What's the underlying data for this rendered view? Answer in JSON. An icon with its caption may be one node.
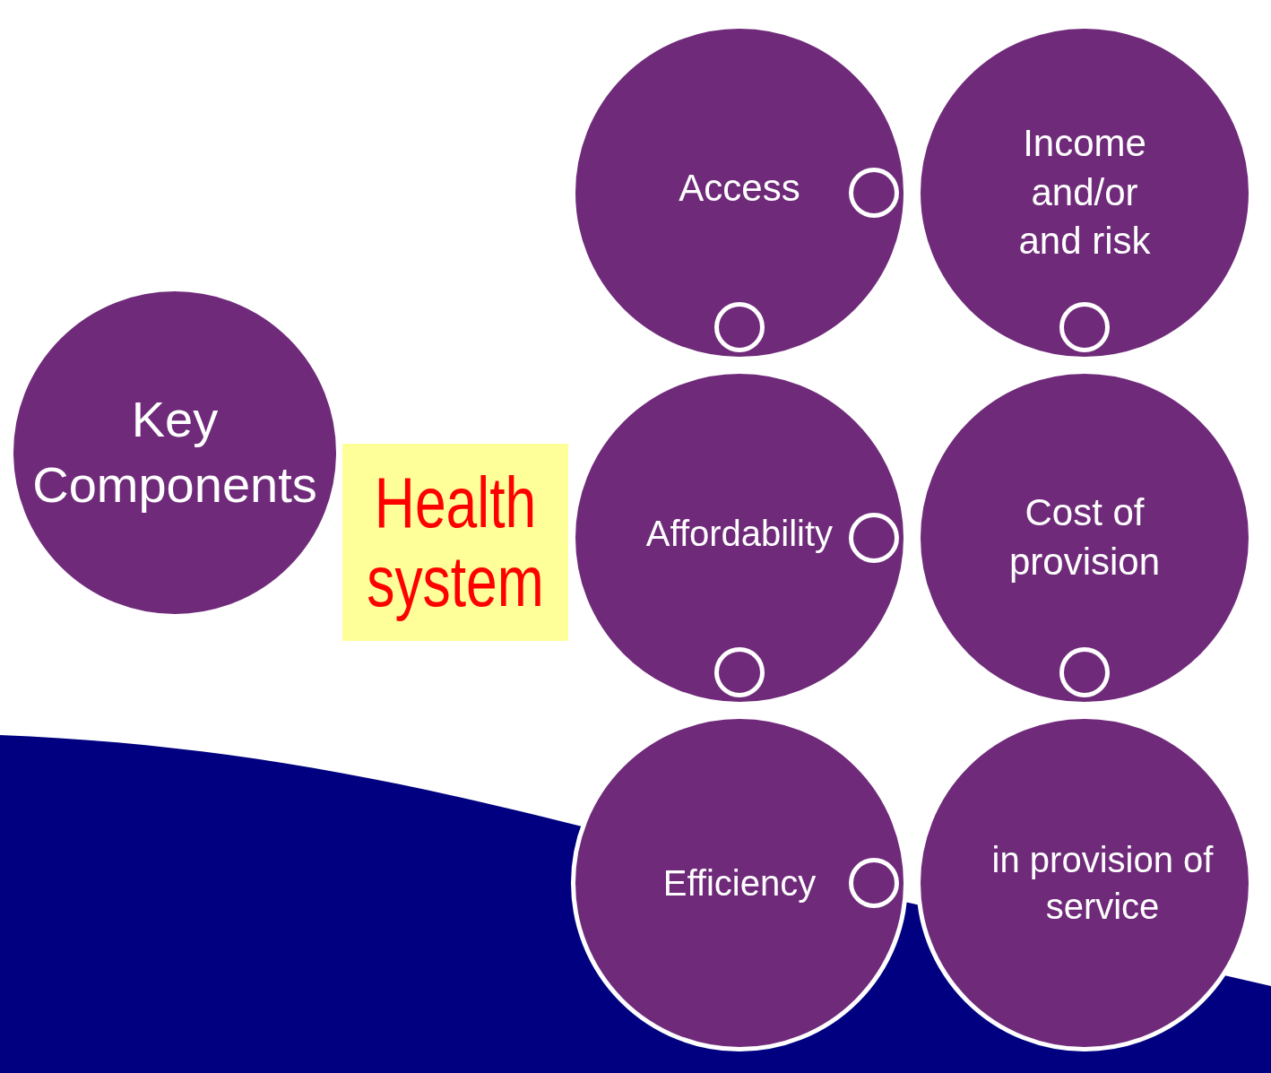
{
  "diagram": {
    "nodes": [
      {
        "text": [
          "Key Components"
        ]
      },
      {
        "text": [
          "Health system"
        ]
      },
      {
        "text": [
          "Access"
        ]
      },
      {
        "text": [
          "Income and/or and risk"
        ]
      },
      {
        "text": [
          "Affordability"
        ]
      },
      {
        "text": [
          "Cost of provision"
        ]
      },
      {
        "text": [
          "Efficiency"
        ]
      },
      {
        "text": [
          "in provision of service"
        ]
      }
    ]
  }
}
